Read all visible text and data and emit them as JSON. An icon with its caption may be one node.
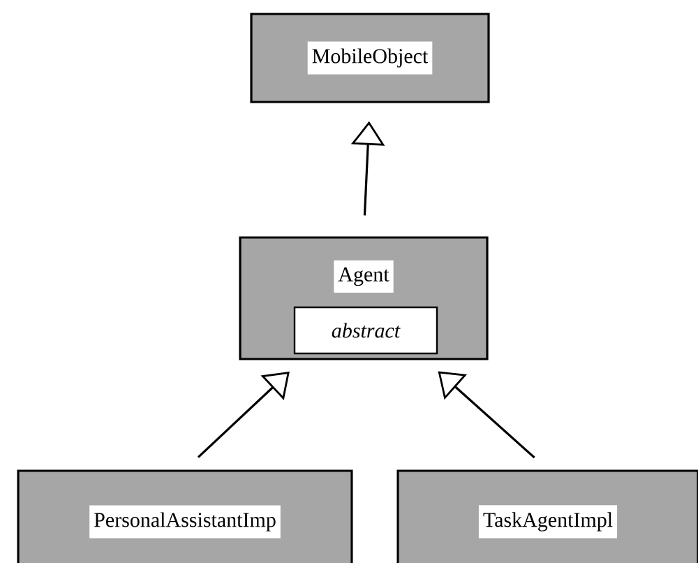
{
  "diagram": {
    "nodes": [
      {
        "text": [
          "MobileObject"
        ]
      },
      {
        "text": [
          "Agent"
        ]
      },
      {
        "text": [
          "abstract"
        ],
        "in": 1
      },
      {
        "text": [
          "PersonalAssistantImp"
        ]
      },
      {
        "text": [
          "TaskAgentImpl"
        ]
      }
    ],
    "edges": [
      {
        "from": 1,
        "to": 0,
        "arrow": "to"
      },
      {
        "from": 3,
        "to": 1,
        "arrow": "to"
      },
      {
        "from": 4,
        "to": 1,
        "arrow": "to"
      }
    ]
  }
}
